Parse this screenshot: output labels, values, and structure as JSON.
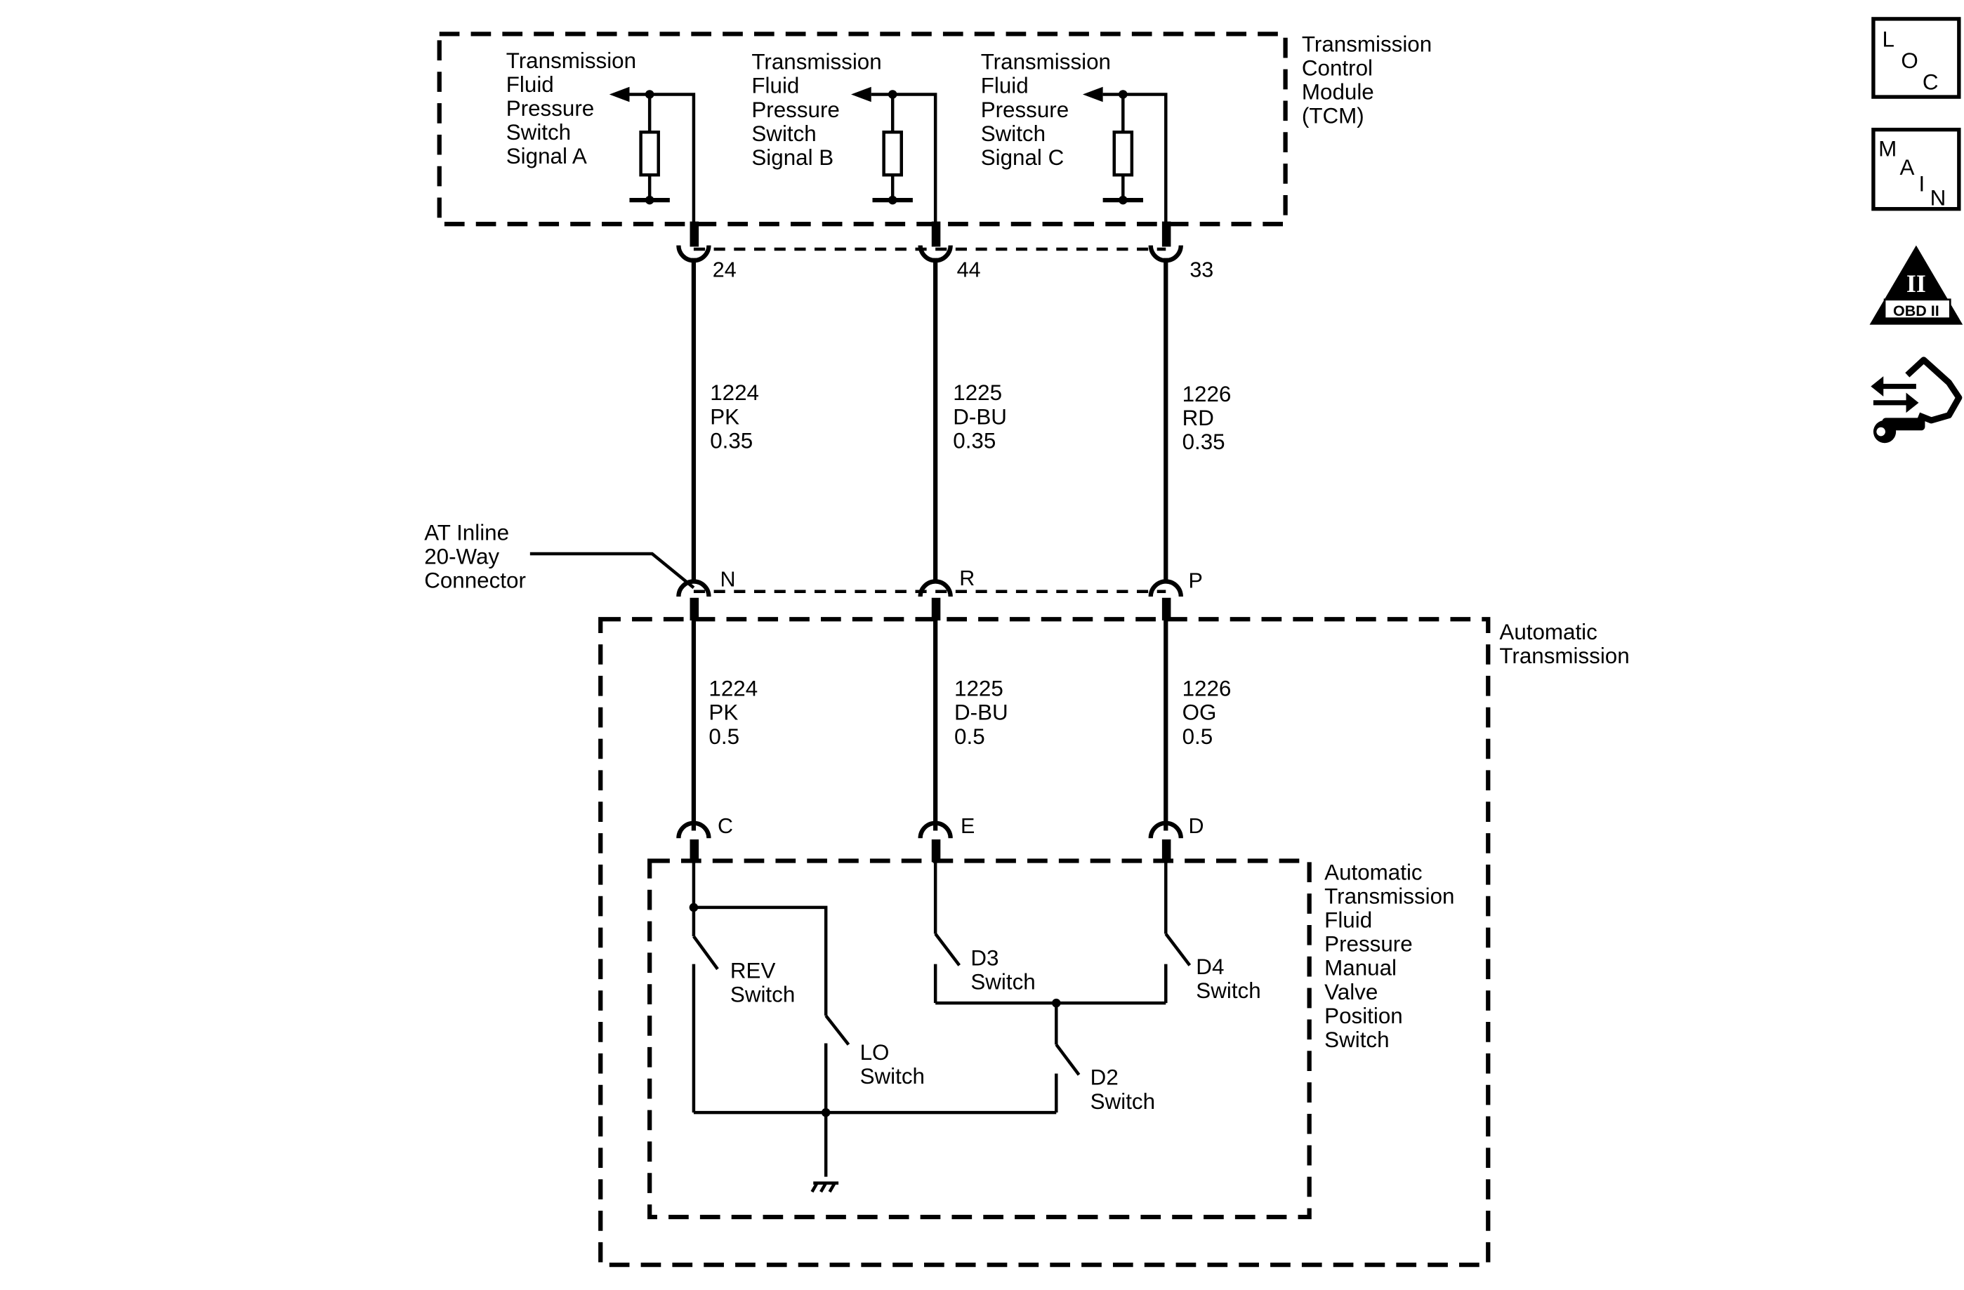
{
  "tcm": {
    "title": [
      "Transmission",
      "Control",
      "Module",
      "(TCM)"
    ],
    "signals": [
      {
        "lines": [
          "Transmission",
          "Fluid",
          "Pressure",
          "Switch",
          "Signal A"
        ]
      },
      {
        "lines": [
          "Transmission",
          "Fluid",
          "Pressure",
          "Switch",
          "Signal B"
        ]
      },
      {
        "lines": [
          "Transmission",
          "Fluid",
          "Pressure",
          "Switch",
          "Signal C"
        ]
      }
    ],
    "pins": [
      "24",
      "44",
      "33"
    ]
  },
  "harness_upper": [
    {
      "circuit": "1224",
      "color": "PK",
      "gauge": "0.35"
    },
    {
      "circuit": "1225",
      "color": "D-BU",
      "gauge": "0.35"
    },
    {
      "circuit": "1226",
      "color": "RD",
      "gauge": "0.35"
    }
  ],
  "inline_connector": {
    "label": [
      "AT Inline",
      "20-Way",
      "Connector"
    ],
    "pins": [
      "N",
      "R",
      "P"
    ]
  },
  "automatic_transmission": {
    "label": [
      "Automatic",
      "Transmission"
    ]
  },
  "harness_lower": [
    {
      "circuit": "1224",
      "color": "PK",
      "gauge": "0.5"
    },
    {
      "circuit": "1225",
      "color": "D-BU",
      "gauge": "0.5"
    },
    {
      "circuit": "1226",
      "color": "OG",
      "gauge": "0.5"
    }
  ],
  "switch_assembly": {
    "label": [
      "Automatic",
      "Transmission",
      "Fluid",
      "Pressure",
      "Manual",
      "Valve",
      "Position",
      "Switch"
    ],
    "pins": [
      "C",
      "E",
      "D"
    ],
    "switches": {
      "rev": [
        "REV",
        "Switch"
      ],
      "lo": [
        "LO",
        "Switch"
      ],
      "d3": [
        "D3",
        "Switch"
      ],
      "d4": [
        "D4",
        "Switch"
      ],
      "d2": [
        "D2",
        "Switch"
      ]
    }
  },
  "side_icons": {
    "loc": {
      "letters": [
        "L",
        "O",
        "C"
      ],
      "icon": "location-view-icon"
    },
    "main": {
      "letters": [
        "M",
        "A",
        "I",
        "N"
      ],
      "icon": "main-menu-icon"
    },
    "obd": {
      "numeral": "II",
      "text": "OBD II",
      "icon": "obd-ii-icon"
    },
    "connector_view": {
      "icon": "connector-end-view-icon"
    }
  }
}
